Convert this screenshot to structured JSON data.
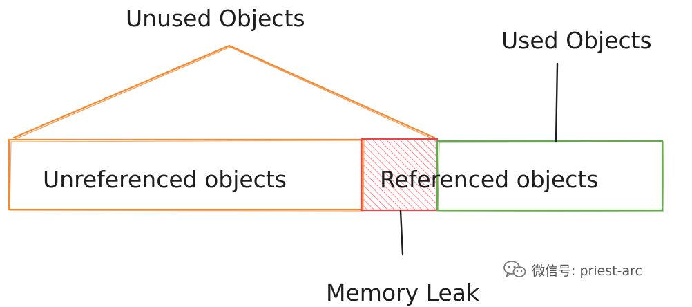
{
  "labels": {
    "unused_objects": "Unused Objects",
    "used_objects": "Used Objects",
    "unreferenced_objects": "Unreferenced objects",
    "referenced_objects": "Referenced objects",
    "memory_leak": "Memory Leak"
  },
  "watermark": {
    "text": "微信号: priest-arc",
    "icon": "wechat-icon"
  },
  "colors": {
    "unused": "#f08a34",
    "used": "#6aa84f",
    "leak": "#e8454a",
    "leak_fill": "#ff9aa0",
    "ink": "#1e1e1e"
  }
}
